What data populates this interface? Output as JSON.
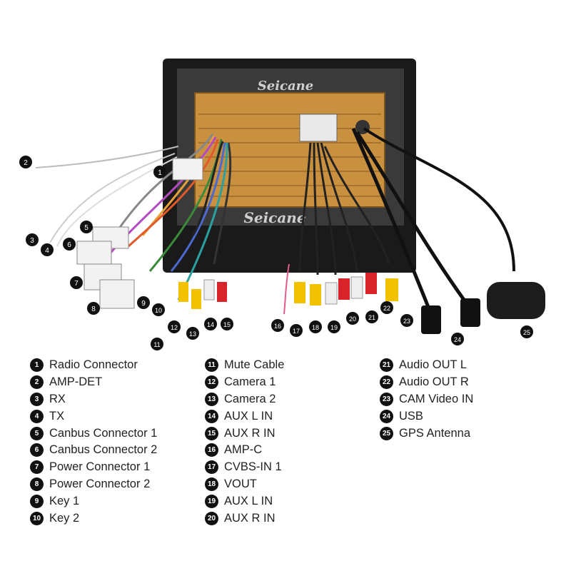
{
  "brand": "Seicane",
  "callouts": [
    "1",
    "2",
    "3",
    "4",
    "5",
    "6",
    "7",
    "8",
    "9",
    "10",
    "11",
    "12",
    "13",
    "14",
    "15",
    "16",
    "17",
    "18",
    "19",
    "20",
    "21",
    "22",
    "23",
    "24",
    "25"
  ],
  "legend": [
    {
      "num": "1",
      "label": "Radio Connector"
    },
    {
      "num": "2",
      "label": "AMP-DET"
    },
    {
      "num": "3",
      "label": "RX"
    },
    {
      "num": "4",
      "label": "TX"
    },
    {
      "num": "5",
      "label": "Canbus Connector 1"
    },
    {
      "num": "6",
      "label": "Canbus Connector 2"
    },
    {
      "num": "7",
      "label": "Power Connector 1"
    },
    {
      "num": "8",
      "label": "Power Connector 2"
    },
    {
      "num": "9",
      "label": "Key 1"
    },
    {
      "num": "10",
      "label": "Key 2"
    },
    {
      "num": "11",
      "label": "Mute Cable"
    },
    {
      "num": "12",
      "label": "Camera 1"
    },
    {
      "num": "13",
      "label": "Camera 2"
    },
    {
      "num": "14",
      "label": "AUX L IN"
    },
    {
      "num": "15",
      "label": "AUX R IN"
    },
    {
      "num": "16",
      "label": "AMP-C"
    },
    {
      "num": "17",
      "label": "CVBS-IN 1"
    },
    {
      "num": "18",
      "label": "VOUT"
    },
    {
      "num": "19",
      "label": "AUX L IN"
    },
    {
      "num": "20",
      "label": "AUX R IN"
    },
    {
      "num": "21",
      "label": "Audio OUT L"
    },
    {
      "num": "22",
      "label": "Audio OUT R"
    },
    {
      "num": "23",
      "label": "CAM Video IN"
    },
    {
      "num": "24",
      "label": "USB"
    },
    {
      "num": "25",
      "label": "GPS Antenna"
    }
  ]
}
